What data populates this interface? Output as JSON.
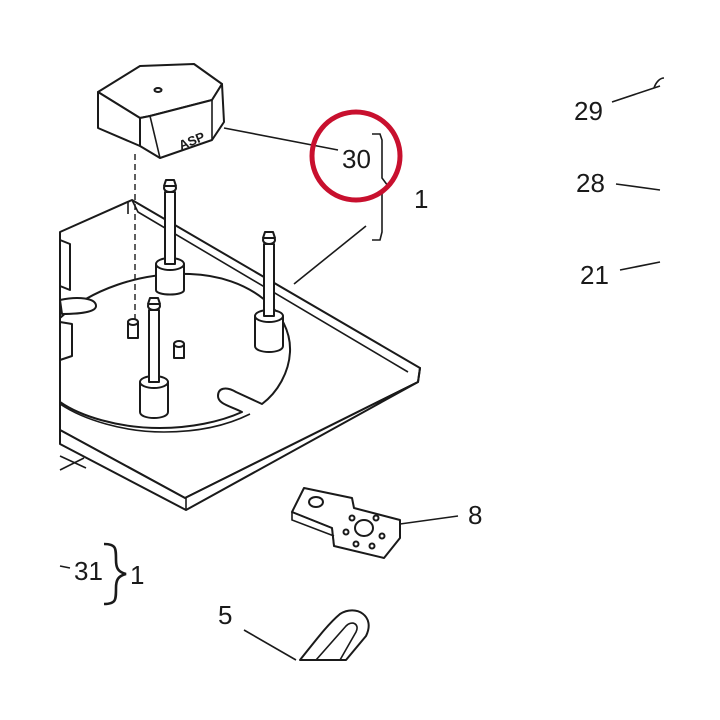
{
  "labels": {
    "l30": "30",
    "l1_upper": "1",
    "l29": "29",
    "l28": "28",
    "l21": "21",
    "l8": "8",
    "l31": "31",
    "l1_lower": "1",
    "l5": "5",
    "cap_text": "ASP"
  },
  "colors": {
    "highlight_circle": "#c8102e",
    "line": "#1a1a1a",
    "background": "#ffffff"
  }
}
